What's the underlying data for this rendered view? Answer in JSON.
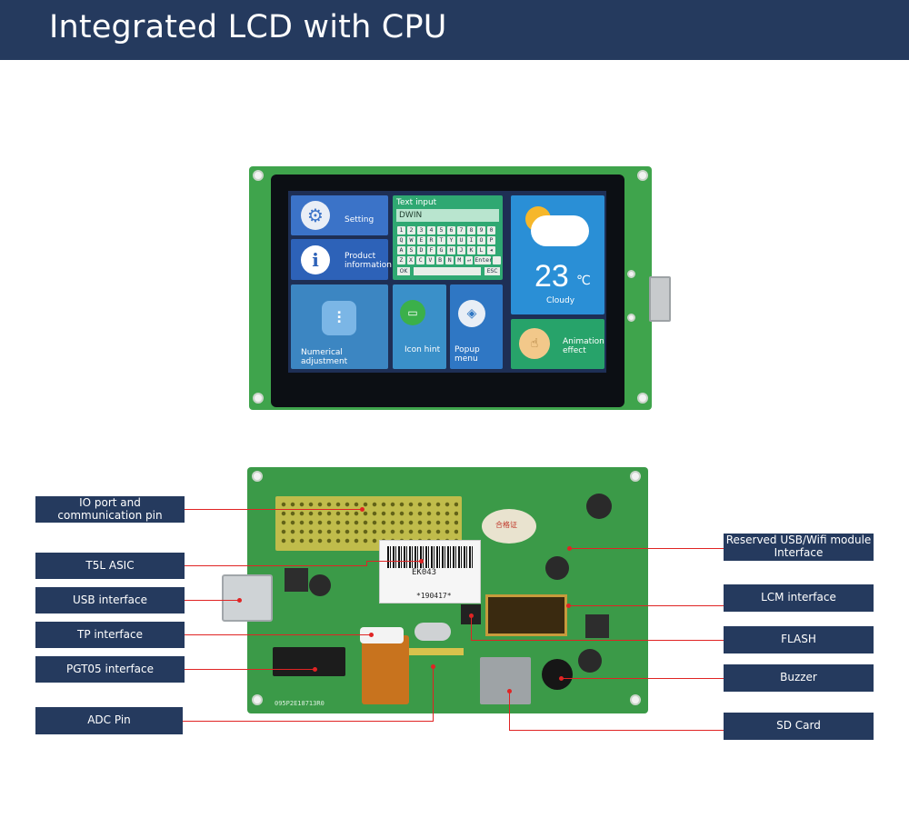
{
  "header": {
    "title": "Integrated LCD with CPU"
  },
  "screen": {
    "setting_label": "Setting",
    "product_label": "Product information",
    "text_input_label": "Text input",
    "text_input_value": "DWIN",
    "keyboard_rows": [
      [
        "1",
        "2",
        "3",
        "4",
        "5",
        "6",
        "7",
        "8",
        "9",
        "0"
      ],
      [
        "Q",
        "W",
        "E",
        "R",
        "T",
        "Y",
        "U",
        "I",
        "O",
        "P"
      ],
      [
        "A",
        "S",
        "D",
        "F",
        "G",
        "H",
        "J",
        "K",
        "L",
        "◂"
      ],
      [
        "Z",
        "X",
        "C",
        "V",
        "B",
        "N",
        "M",
        "↵",
        "Enter",
        ""
      ]
    ],
    "ok_key": "OK",
    "esc_key": "ESC",
    "temperature": "23",
    "temperature_unit": "℃",
    "weather": "Cloudy",
    "numerical_label": "Numerical adjustment",
    "icon_hint_label": "Icon hint",
    "popup_label": "Popup menu",
    "animation_label": "Animation effect"
  },
  "board": {
    "chip_label": "EK043",
    "serial": "*190417*",
    "badge_text": "合格证",
    "pcb_code": "095P2E18713R0"
  },
  "callouts": {
    "io_port": "IO port and communication pin",
    "t5l": "T5L ASIC",
    "usb": "USB interface",
    "tp": "TP interface",
    "pgt05": "PGT05 interface",
    "adc": "ADC Pin",
    "reserved_usb": "Reserved USB/Wifi module Interface",
    "lcm": "LCM interface",
    "flash": "FLASH",
    "buzzer": "Buzzer",
    "sd_card": "SD Card"
  },
  "colors": {
    "header": "#253a5e",
    "callout": "#253a5e",
    "leader": "#e02424",
    "pcb": "#3fa44c"
  }
}
